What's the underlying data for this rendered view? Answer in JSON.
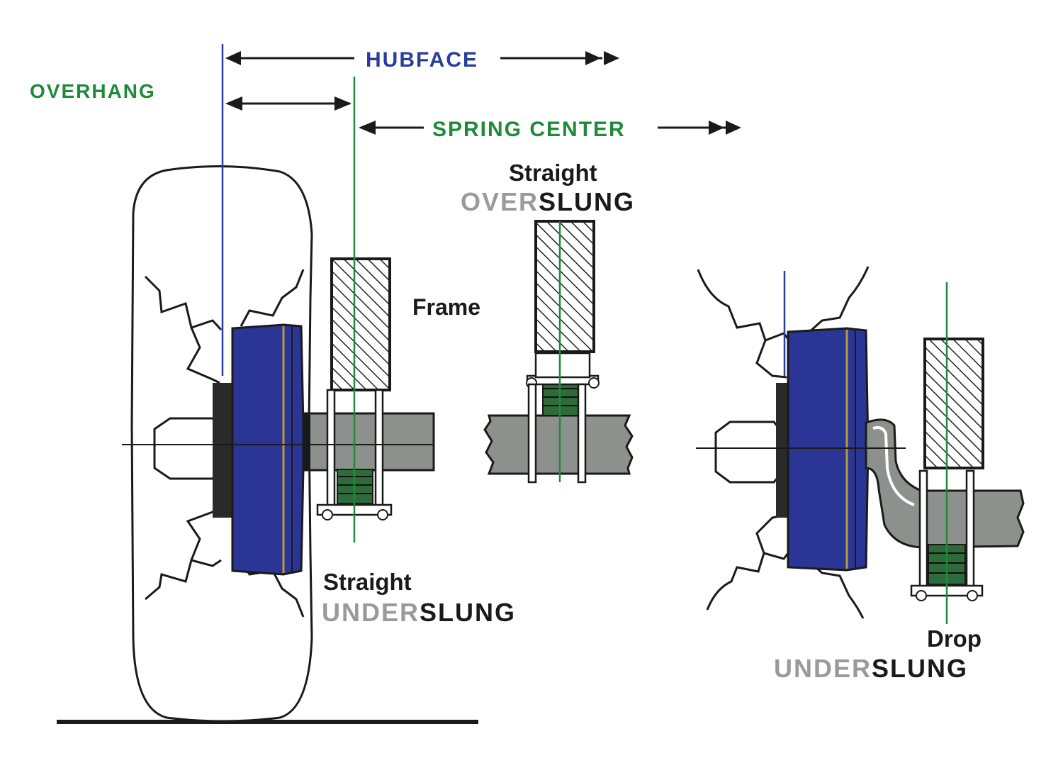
{
  "colors": {
    "hub_blue": "#2b3596",
    "hubface_line": "#2a3d9c",
    "spring_line": "#1f8a3a",
    "axle_gray": "#8c918e",
    "outline": "#1a1a1a",
    "light_gray": "#9a9a9a"
  },
  "labels": {
    "overhang": "OVERHANG",
    "hubface": "HUBFACE",
    "spring_center": "SPRING CENTER",
    "frame": "Frame"
  },
  "configs": {
    "straight_overslung": {
      "line1": "Straight",
      "gray_part": "OVER",
      "dark_part": "SLUNG"
    },
    "straight_underslung": {
      "line1": "Straight",
      "gray_part": "UNDER",
      "dark_part": "SLUNG"
    },
    "drop_underslung": {
      "line1": "Drop",
      "gray_part": "UNDER",
      "dark_part": "SLUNG"
    }
  }
}
